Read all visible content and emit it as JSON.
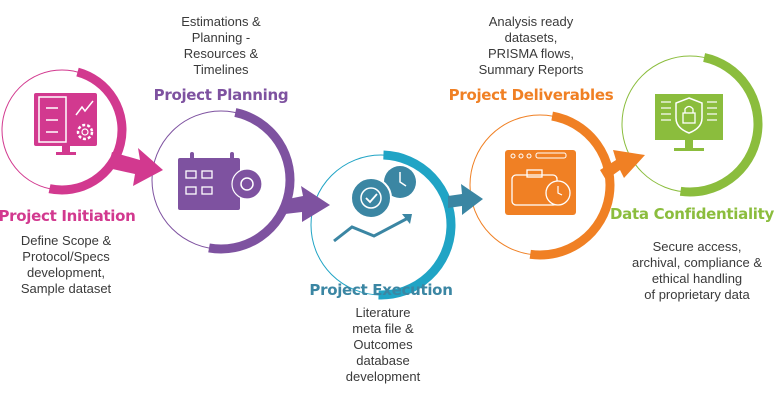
{
  "colors": {
    "initiation": "#d2398f",
    "planning": "#7e52a0",
    "execution": "#20a4c5",
    "execution_arrow": "#3b86a3",
    "deliverables": "#f08024",
    "confidentiality": "#8bbd3d"
  },
  "stages": [
    {
      "title": "Project Initiation",
      "lines": [
        "Define Scope &",
        "Protocol/Specs",
        "development,",
        "Sample dataset"
      ],
      "icon": "monitor-chart-gear-icon"
    },
    {
      "title": "Project Planning",
      "lines": [
        "Estimations &",
        "Planning -",
        "Resources &",
        "Timelines"
      ],
      "icon": "calendar-gear-icon"
    },
    {
      "title": "Project Execution",
      "lines": [
        "Literature",
        "meta file &",
        "Outcomes",
        "database",
        "development"
      ],
      "icon": "gear-clock-trend-icon"
    },
    {
      "title": "Project Deliverables",
      "lines": [
        "Analysis ready",
        "datasets,",
        "PRISMA flows,",
        "Summary Reports"
      ],
      "icon": "briefcase-clock-window-icon"
    },
    {
      "title": "Data Confidentiality",
      "lines": [
        "Secure access,",
        "archival, compliance &",
        "ethical handling",
        "of proprietary data"
      ],
      "icon": "shield-lock-monitor-icon"
    }
  ]
}
